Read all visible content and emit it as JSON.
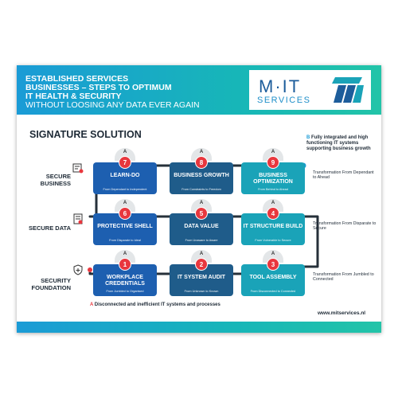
{
  "header": {
    "line1": "ESTABLISHED SERVICES",
    "line2": "BUSINESSES – STEPS TO OPTIMUM",
    "line3": "IT HEALTH & SECURITY",
    "line4": "WITHOUT LOOSING ANY DATA EVER AGAIN"
  },
  "logo": {
    "name": "M·IT",
    "sub": "SERVICES"
  },
  "section_title": "SIGNATURE SOLUTION",
  "top_note": {
    "marker": "B",
    "text": "Fully integrated and high functioning IT systems supporting business growth"
  },
  "rows": [
    {
      "label": "SECURE BUSINESS",
      "icon": "secure-business-icon"
    },
    {
      "label": "SECURE DATA",
      "icon": "secure-data-icon"
    },
    {
      "label": "SECURITY FOUNDATION",
      "icon": "shield-plus-icon"
    }
  ],
  "stage_letter": "A",
  "stages": [
    {
      "num": "7",
      "title": "LEARN-DO",
      "sub": "From Dependant to Independent"
    },
    {
      "num": "8",
      "title": "BUSINESS GROWTH",
      "sub": "From Constraints to Freedom"
    },
    {
      "num": "9",
      "title": "BUSINESS OPTIMIZATION",
      "sub": "From Behind to Ahead"
    },
    {
      "num": "6",
      "title": "PROTECTIVE SHELL",
      "sub": "From Disparate to Ideal"
    },
    {
      "num": "5",
      "title": "DATA VALUE",
      "sub": "From Unaware to Aware"
    },
    {
      "num": "4",
      "title": "IT STRUCTURE BUILD",
      "sub": "From Vulnerable to Secure"
    },
    {
      "num": "1",
      "title": "WORKPLACE CREDENTIALS",
      "sub": "From Jumbled to Organised"
    },
    {
      "num": "2",
      "title": "IT SYSTEM AUDIT",
      "sub": "From Unknown to Known"
    },
    {
      "num": "3",
      "title": "TOOL ASSEMBLY",
      "sub": "From Disconnected to Connected"
    }
  ],
  "transforms": [
    "Transformation From Dependant to Ahead",
    "Transformation From Disparate to Secure",
    "Transformation From Jumbled to Connected"
  ],
  "bottom_note": {
    "marker": "A",
    "text": "Disconnected and inefficient IT systems and processes"
  },
  "url": "www.mitservices.nl",
  "colors": {
    "blue": "#1d5fb0",
    "navy": "#1f5c8a",
    "teal": "#1aa3b8",
    "red": "#e8373e"
  }
}
